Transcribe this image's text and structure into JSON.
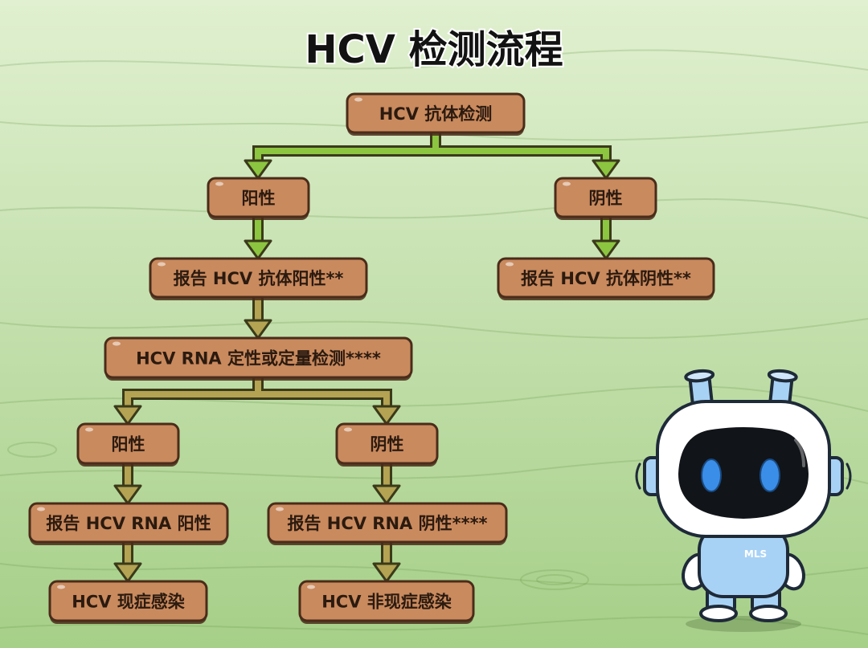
{
  "title": "HCV 检测流程",
  "nodes": {
    "antibody_test": "HCV 抗体检测",
    "antibody_positive": "阳性",
    "antibody_negative": "阴性",
    "report_antibody_positive": "报告 HCV 抗体阳性**",
    "report_antibody_negative": "报告 HCV 抗体阴性**",
    "rna_test": "HCV RNA 定性或定量检测****",
    "rna_positive": "阳性",
    "rna_negative": "阴性",
    "report_rna_positive": "报告 HCV RNA 阳性",
    "report_rna_negative": "报告 HCV RNA 阴性****",
    "current_infection": "HCV 现症感染",
    "non_current_infection": "HCV 非现症感染"
  },
  "mascot": {
    "label": "MLS"
  },
  "colors": {
    "node_fill": "#c98a5e",
    "node_border": "#4a2c1a",
    "node_text": "#2b1a0f",
    "arrow_green": "#8cc540",
    "arrow_olive": "#b3a352",
    "arrow_outline": "#3a3a1a",
    "background_top": "#e0f0d0",
    "background_bottom": "#a6cf88",
    "robot_blue": "#a8d2f5",
    "robot_eye": "#3a8ee8"
  }
}
